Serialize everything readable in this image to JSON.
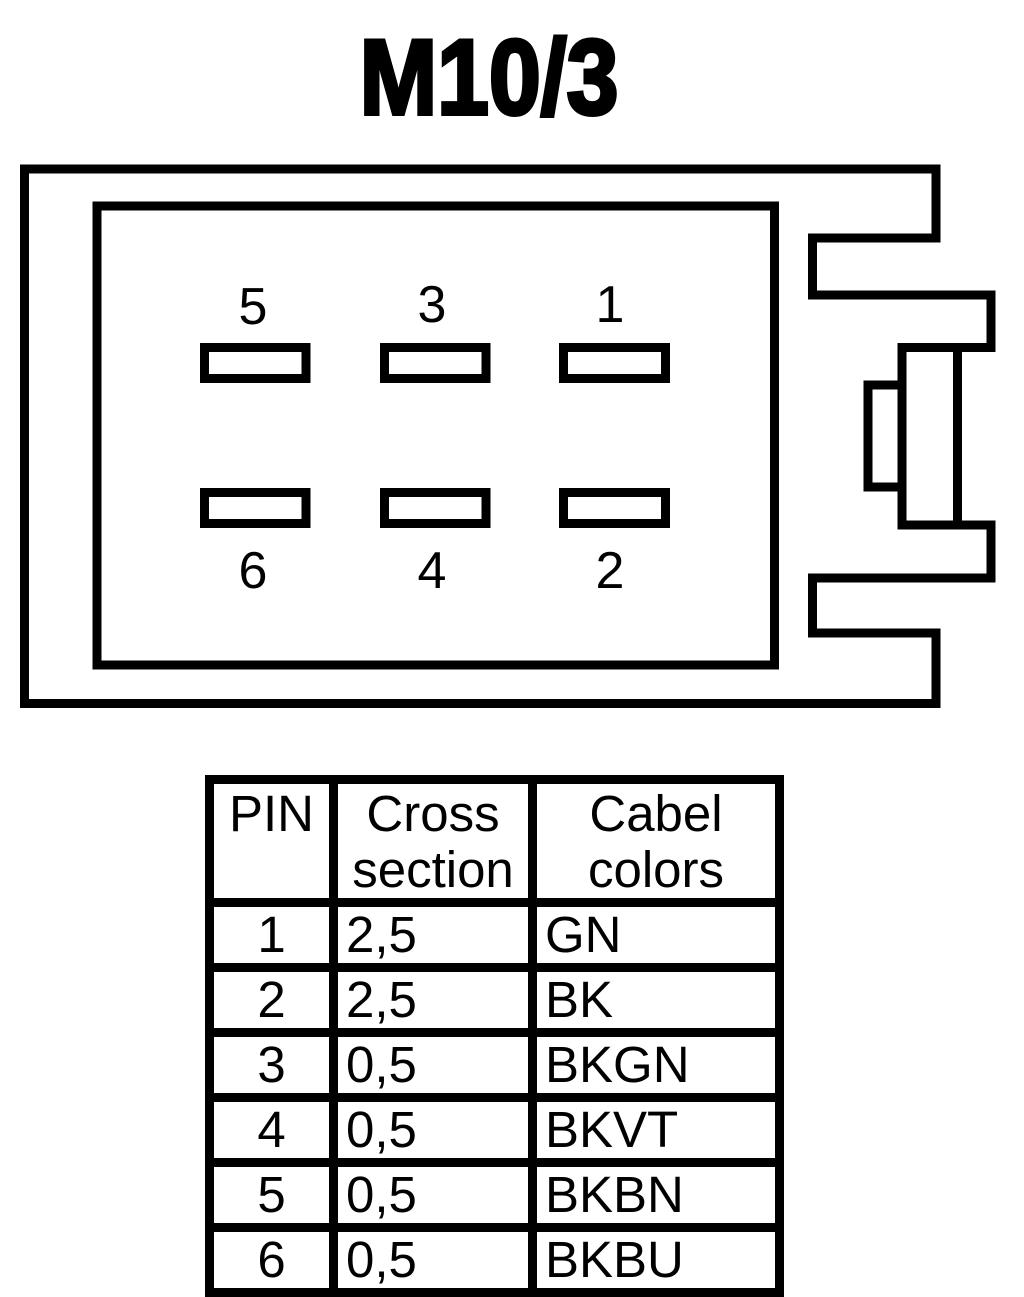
{
  "title": "M10/3",
  "colors": {
    "ink": "#000000",
    "background": "#ffffff"
  },
  "connector": {
    "pin_labels": {
      "top": [
        "5",
        "3",
        "1"
      ],
      "bottom": [
        "6",
        "4",
        "2"
      ]
    }
  },
  "table": {
    "headers": {
      "pin": "PIN",
      "cross_line1": "Cross",
      "cross_line2": "section",
      "colors_line1": "Cabel",
      "colors_line2": "colors"
    },
    "rows": [
      {
        "pin": "1",
        "cross": "2,5",
        "color": "GN"
      },
      {
        "pin": "2",
        "cross": "2,5",
        "color": "BK"
      },
      {
        "pin": "3",
        "cross": "0,5",
        "color": "BKGN"
      },
      {
        "pin": "4",
        "cross": "0,5",
        "color": "BKVT"
      },
      {
        "pin": "5",
        "cross": "0,5",
        "color": "BKBN"
      },
      {
        "pin": "6",
        "cross": "0,5",
        "color": "BKBU"
      }
    ]
  }
}
